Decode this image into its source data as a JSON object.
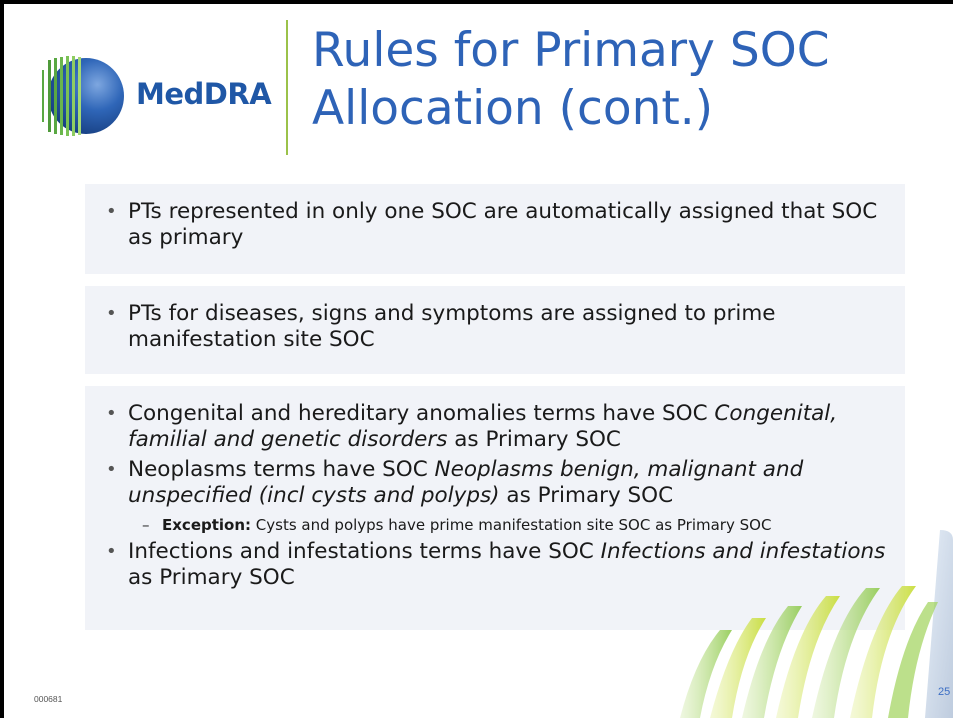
{
  "logo": {
    "text": "MedDRA"
  },
  "title": {
    "line1": "Rules for Primary SOC",
    "line2": "Allocation (cont.)"
  },
  "boxes": [
    {
      "items": [
        {
          "text": "PTs represented in only one SOC are automatically assigned that SOC as primary"
        }
      ]
    },
    {
      "items": [
        {
          "text": "PTs for diseases, signs and symptoms are assigned to prime manifestation site SOC"
        }
      ]
    },
    {
      "items": [
        {
          "pre": "Congenital and hereditary anomalies terms have SOC ",
          "italic": "Congenital, familial and genetic disorders",
          "post": " as Primary SOC"
        },
        {
          "pre": "Neoplasms terms have SOC ",
          "italic": "Neoplasms benign, malignant and unspecified (incl cysts and polyps)",
          "post": " as Primary SOC",
          "sub": {
            "bold": "Exception:",
            "text": " Cysts and polyps have prime manifestation site SOC as Primary SOC"
          }
        },
        {
          "pre": "Infections and infestations terms have SOC ",
          "italic": "Infections and infestations",
          "post": " as Primary SOC"
        }
      ]
    }
  ],
  "footer": {
    "doc_id": "000681",
    "page_number": "25"
  },
  "colors": {
    "title": "#2e63b7",
    "logo_text": "#1f57a6",
    "divider": "#9bc24a",
    "box_bg": "#f1f3f8"
  }
}
